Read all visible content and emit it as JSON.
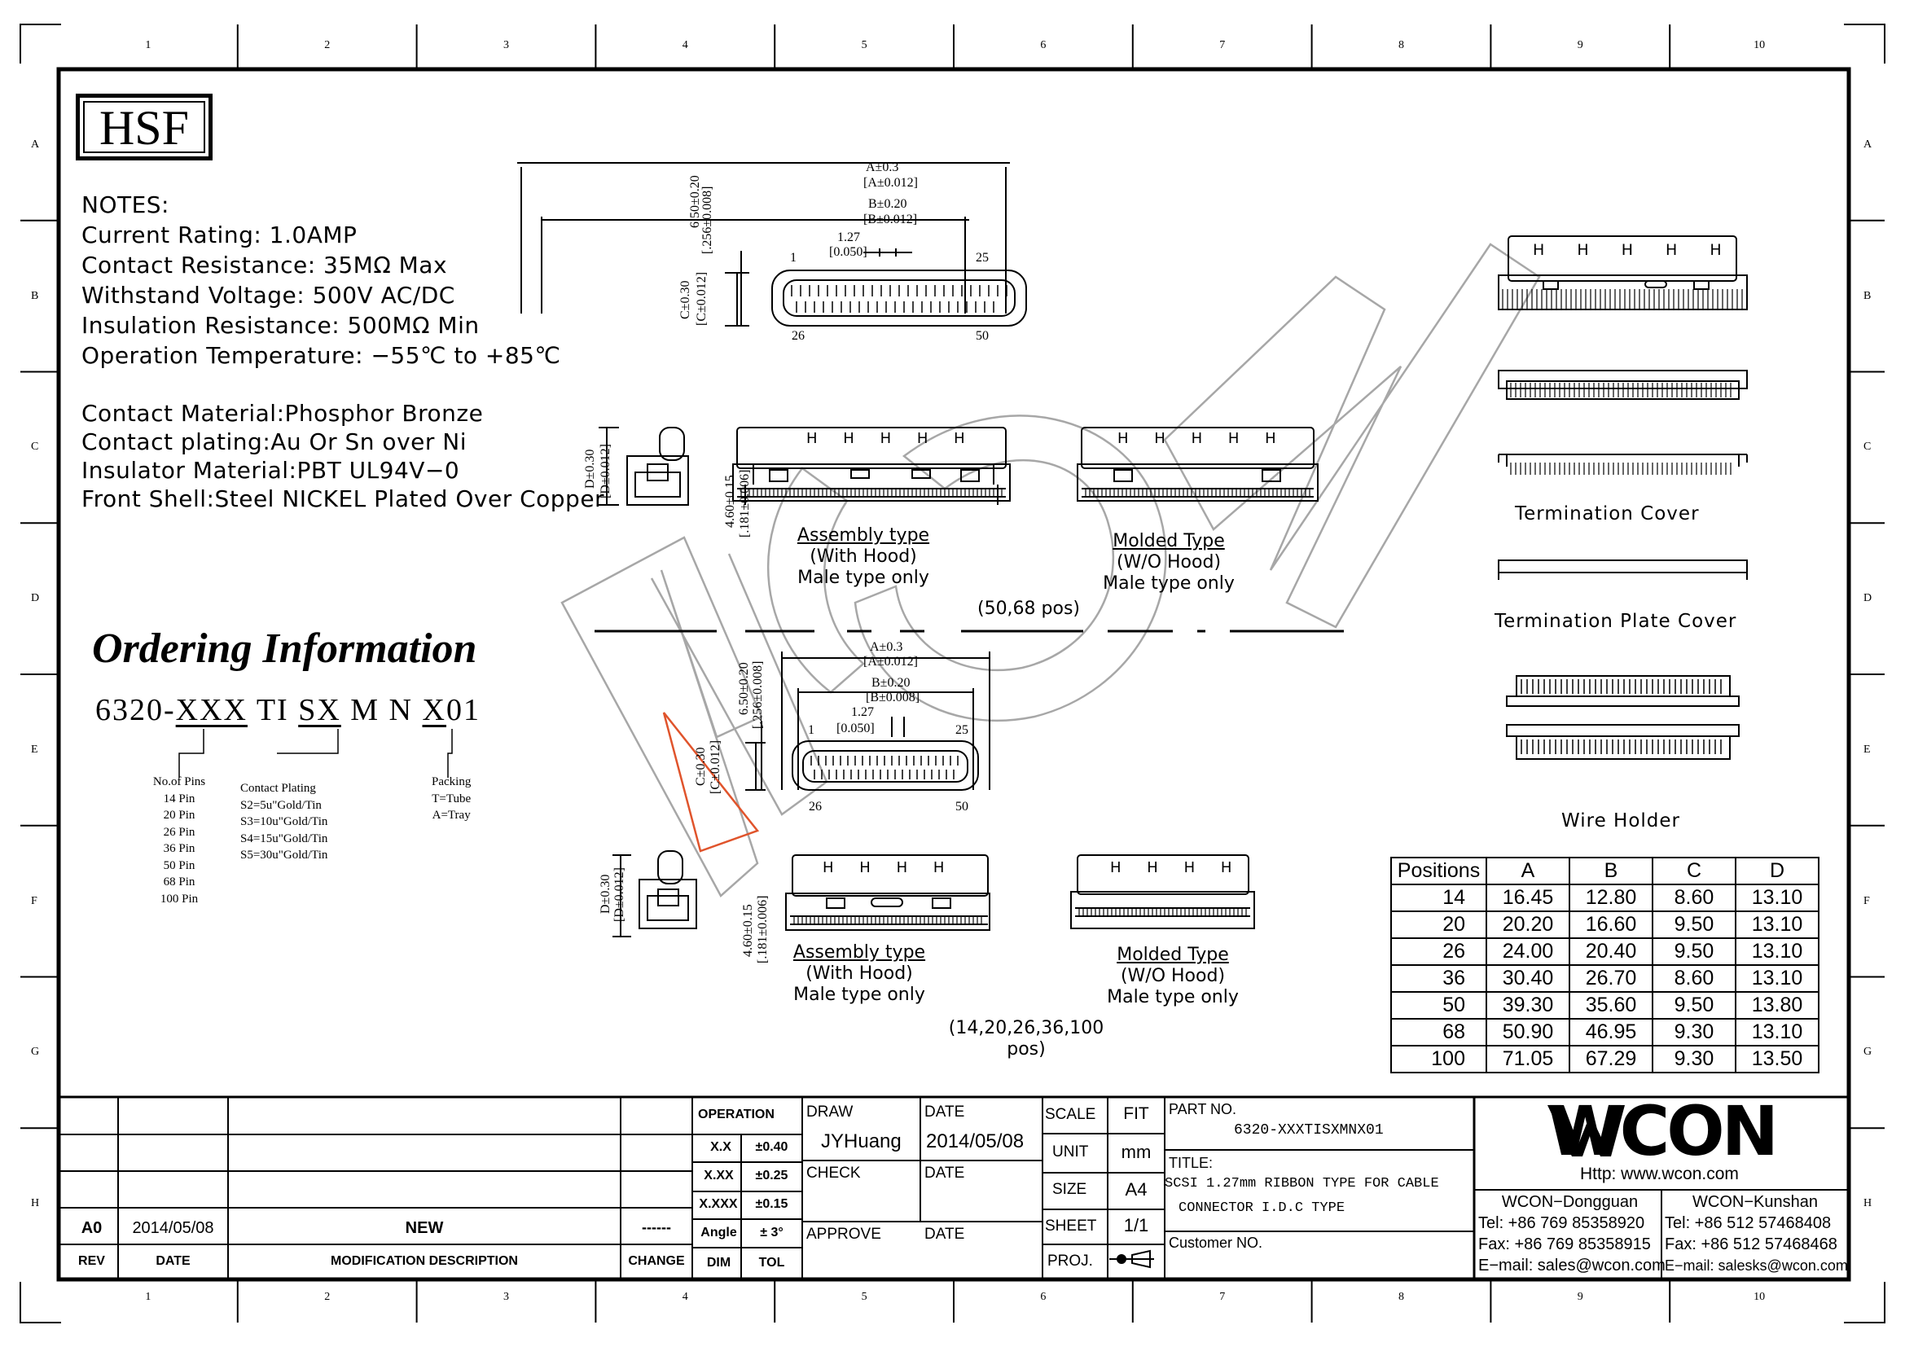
{
  "brand_mark": "HSF",
  "zone_columns": [
    "1",
    "2",
    "3",
    "4",
    "5",
    "6",
    "7",
    "8",
    "9",
    "10"
  ],
  "zone_rows": [
    "A",
    "B",
    "C",
    "D",
    "E",
    "F",
    "G",
    "H"
  ],
  "notes": {
    "heading": "NOTES:",
    "electrical": [
      "Current Rating: 1.0AMP",
      "Contact Resistance: 35MΩ Max",
      "Withstand Voltage: 500V AC/DC",
      "Insulation Resistance: 500MΩ Min",
      "Operation Temperature: −55℃ to +85℃"
    ],
    "materials": [
      "Contact Material:Phosphor Bronze",
      "Contact plating:Au Or Sn over Ni",
      "Insulator Material:PBT UL94V−0",
      "Front Shell:Steel NICKEL Plated Over Copper"
    ]
  },
  "ordering": {
    "heading": "Ordering Information",
    "code_prefix": "6320-",
    "code_xxx": "XXX",
    "code_ti": "TI",
    "code_sx": "SX",
    "code_mn": "M N",
    "code_x": "X",
    "code_suffix": "01",
    "pins": {
      "title": "No.of Pins",
      "items": [
        "14 Pin",
        "20 Pin",
        "26 Pin",
        "36 Pin",
        "50 Pin",
        "68 Pin",
        "100 Pin"
      ]
    },
    "plating": {
      "title": "Contact Plating",
      "items": [
        "S2=5u\"Gold/Tin",
        "S3=10u\"Gold/Tin",
        "S4=15u\"Gold/Tin",
        "S5=30u\"Gold/Tin"
      ]
    },
    "packing": {
      "title": "Packing",
      "items": [
        "T=Tube",
        "A=Tray"
      ]
    }
  },
  "dims": {
    "a": "A±0.3",
    "a_in": "[A±0.012]",
    "b": "B±0.20",
    "b_in_upper": "[B±0.012]",
    "b_in_lower": "[B±0.008]",
    "pitch": "1.27",
    "pitch_in": "[0.050]",
    "h": "6.50±0.20",
    "h_in": "[.256±0.008]",
    "c": "C±0.30",
    "c_in": "[C±0.012]",
    "d": "D±0.30",
    "d_in": "[D±0.012]",
    "e": "4.60±0.15",
    "e_in_upper": "[.181±0.006]",
    "e_in_lower": "[.181±0.006]",
    "pin_1": "1",
    "pin_25": "25",
    "pin_26": "26",
    "pin_50": "50",
    "hood_letter": "H"
  },
  "views": {
    "upper_assembly": [
      "Assembly type",
      "(With Hood)",
      "Male type only"
    ],
    "upper_molded": [
      "Molded Type",
      "(W/O Hood)",
      "Male type only"
    ],
    "upper_positions": "(50,68 pos)",
    "lower_assembly": [
      "Assembly type",
      "(With  Hood)",
      "Male type only"
    ],
    "lower_molded": [
      "Molded Type",
      "(W/O Hood)",
      "Male type only"
    ],
    "lower_positions": "(14,20,26,36,100 pos)",
    "termination_cover": "Termination  Cover",
    "termination_plate_cover": "Termination  Plate  Cover",
    "wire_holder": "Wire  Holder"
  },
  "positions_table": {
    "headers": [
      "Positions",
      "A",
      "B",
      "C",
      "D"
    ],
    "rows": [
      [
        "14",
        "16.45",
        "12.80",
        "8.60",
        "13.10"
      ],
      [
        "20",
        "20.20",
        "16.60",
        "9.50",
        "13.10"
      ],
      [
        "26",
        "24.00",
        "20.40",
        "9.50",
        "13.10"
      ],
      [
        "36",
        "30.40",
        "26.70",
        "8.60",
        "13.10"
      ],
      [
        "50",
        "39.30",
        "35.60",
        "9.50",
        "13.80"
      ],
      [
        "68",
        "50.90",
        "46.95",
        "9.30",
        "13.10"
      ],
      [
        "100",
        "71.05",
        "67.29",
        "9.30",
        "13.50"
      ]
    ]
  },
  "title_block": {
    "revision": {
      "rev": "A0",
      "date": "2014/05/08",
      "description": "NEW",
      "change": "------"
    },
    "revision_headers": {
      "rev": "REV",
      "date": "DATE",
      "description": "MODIFICATION  DESCRIPTION",
      "change": "CHANGE"
    },
    "operation": {
      "label": "OPERATION",
      "rows": [
        [
          "X.X",
          "±0.40"
        ],
        [
          "X.XX",
          "±0.25"
        ],
        [
          "X.XXX",
          "±0.15"
        ],
        [
          "Angle",
          "± 3°"
        ]
      ],
      "dim": "DIM",
      "tol": "TOL"
    },
    "draw_label": "DRAW",
    "draw_value": "JYHuang",
    "date_label": "DATE",
    "date_value": "2014/05/08",
    "check_label": "CHECK",
    "check_date_label": "DATE",
    "approve_label": "APPROVE",
    "approve_date_label": "DATE",
    "scale_label": "SCALE",
    "scale_value": "FIT",
    "unit_label": "UNIT",
    "unit_value": "mm",
    "size_label": "SIZE",
    "size_value": "A4",
    "sheet_label": "SHEET",
    "sheet_value": "1/1",
    "proj_label": "PROJ.",
    "part_no_label": "PART NO.",
    "part_no_value": "6320-XXXTISXMNX01",
    "title_label": "TITLE:",
    "title_value_1": "SCSI 1.27mm RIBBON TYPE FOR CABLE",
    "title_value_2": "CONNECTOR I.D.C TYPE",
    "customer_no_label": "Customer NO.",
    "logo": "WCON",
    "website": "Http:  www.wcon.com",
    "dongguan": {
      "name": "WCON−Dongguan",
      "tel": "Tel: +86 769 85358920",
      "fax": "Fax: +86 769 85358915",
      "email": "E−mail: sales@wcon.com"
    },
    "kunshan": {
      "name": "WCON−Kunshan",
      "tel": "Tel: +86 512 57468408",
      "fax": "Fax: +86 512 57468468",
      "email": "E−mail: salesks@wcon.com"
    }
  },
  "watermark": "WCON",
  "colors": {
    "line": "#000000",
    "watermark": "#8a8a8a",
    "accent": "#e0542c"
  }
}
